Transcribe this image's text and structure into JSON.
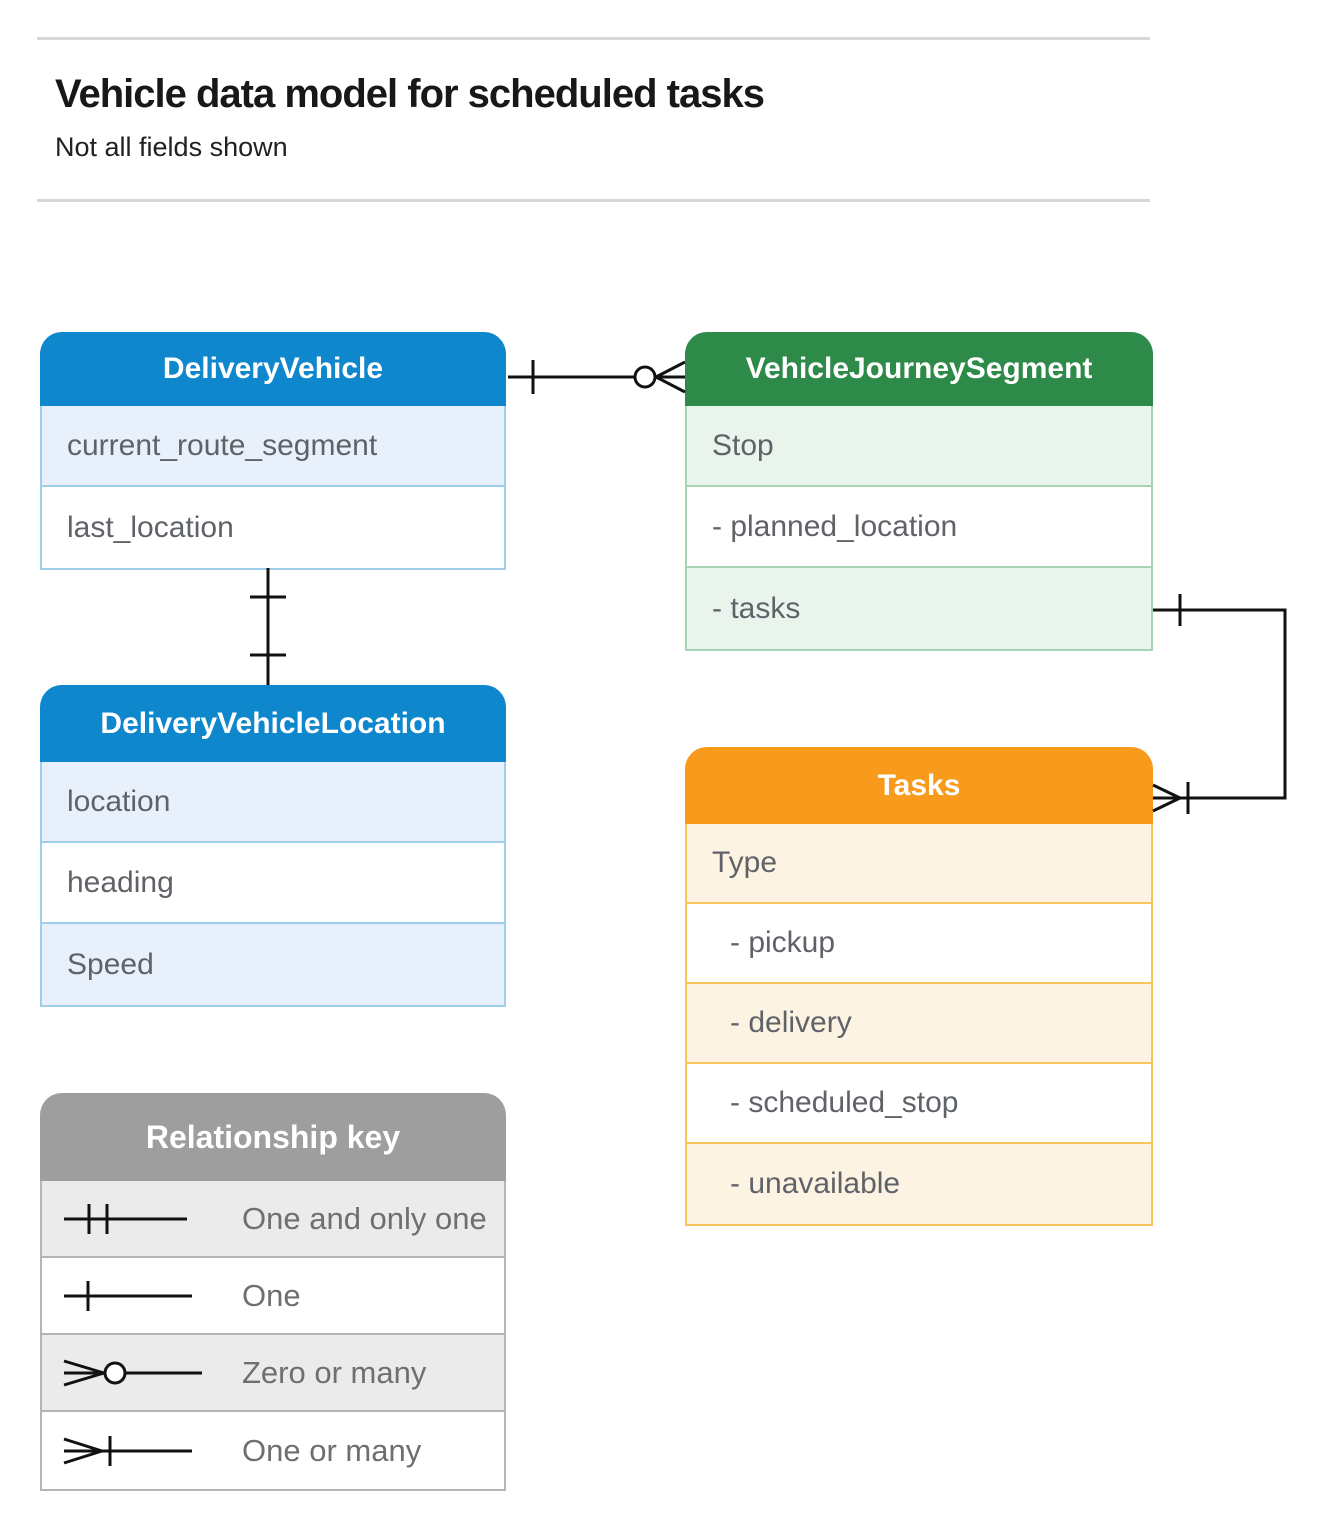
{
  "page": {
    "title": "Vehicle data model for scheduled tasks",
    "subtitle": "Not all fields shown"
  },
  "entities": [
    {
      "name": "DeliveryVehicle",
      "rows": [
        {
          "label": "current_route_segment"
        },
        {
          "label": "last_location"
        }
      ]
    },
    {
      "name": "VehicleJourneySegment",
      "rows": [
        {
          "label": "Stop"
        },
        {
          "label": "- planned_location"
        },
        {
          "label": "- tasks"
        }
      ]
    },
    {
      "name": "DeliveryVehicleLocation",
      "rows": [
        {
          "label": "location"
        },
        {
          "label": "heading"
        },
        {
          "label": "Speed"
        }
      ]
    },
    {
      "name": "Tasks",
      "rows": [
        {
          "label": "Type"
        },
        {
          "label": "- pickup"
        },
        {
          "label": "- delivery"
        },
        {
          "label": "- scheduled_stop"
        },
        {
          "label": "- unavailable"
        }
      ]
    }
  ],
  "legend": {
    "title": "Relationship key",
    "items": [
      {
        "symbol": "one-and-only-one",
        "label": "One and only one"
      },
      {
        "symbol": "one",
        "label": "One"
      },
      {
        "symbol": "zero-or-many",
        "label": "Zero or many"
      },
      {
        "symbol": "one-or-many",
        "label": "One or many"
      }
    ]
  },
  "relationships": [
    {
      "from": "DeliveryVehicle",
      "from_cardinality": "one",
      "to": "VehicleJourneySegment",
      "to_cardinality": "zero-or-many"
    },
    {
      "from": "DeliveryVehicle",
      "from_cardinality": "one",
      "to": "DeliveryVehicleLocation",
      "to_cardinality": "one"
    },
    {
      "from": "VehicleJourneySegment.tasks",
      "from_cardinality": "one",
      "to": "Tasks",
      "to_cardinality": "one-or-many"
    }
  ],
  "colors": {
    "blue_header": "#0e87cd",
    "blue_tint": "#e8f1fb",
    "blue_border": "#9fcdec",
    "green_header": "#2e8a48",
    "green_tint": "#e9f4ed",
    "green_border": "#a8d2b4",
    "orange_header": "#f89b1c",
    "orange_tint": "#fdf3e3",
    "orange_border": "#f9c45e",
    "gray_header": "#9e9e9e",
    "gray_tint": "#ebebeb",
    "connector": "#111111",
    "row_text": "#5f6368"
  }
}
